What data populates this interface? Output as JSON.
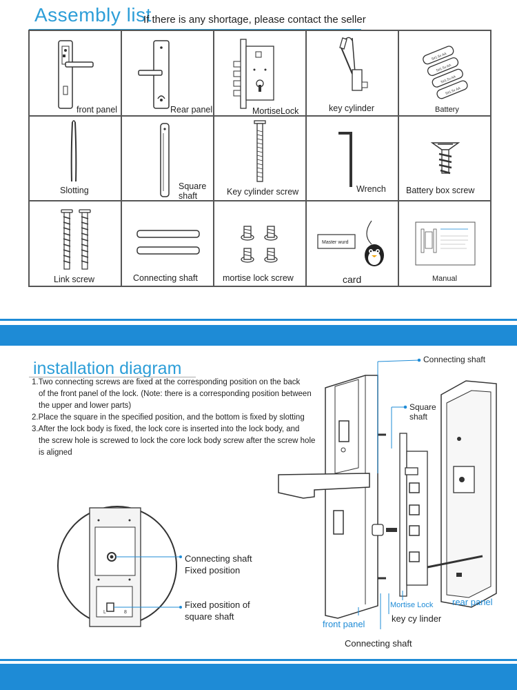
{
  "header": {
    "title": "Assembly list",
    "subtitle": "If there is any shortage, please contact the seller"
  },
  "items": [
    {
      "label": "front panel",
      "icon": "front-panel-icon"
    },
    {
      "label": "Rear panel",
      "icon": "rear-panel-icon"
    },
    {
      "label": "MortiseLock",
      "icon": "mortise-lock-icon"
    },
    {
      "label": "key cylinder",
      "icon": "key-cylinder-icon"
    },
    {
      "label": "Battery",
      "icon": "battery-icon",
      "battery_text": "5#1.5v AA"
    },
    {
      "label": "Slotting",
      "icon": "slotting-icon"
    },
    {
      "label_line1": "Square",
      "label_line2": "shaft",
      "icon": "square-shaft-icon"
    },
    {
      "label": "Key cylinder screw",
      "icon": "key-cylinder-screw-icon"
    },
    {
      "label": "Wrench",
      "icon": "wrench-icon"
    },
    {
      "label": "Battery box screw",
      "icon": "battery-box-screw-icon"
    },
    {
      "label": "Link screw",
      "icon": "link-screw-icon"
    },
    {
      "label": "Connecting shaft",
      "icon": "connecting-shaft-icon"
    },
    {
      "label": "mortise lock screw",
      "icon": "mortise-lock-screw-icon"
    },
    {
      "label": "card",
      "icon": "card-icon",
      "card_text": "Master wurd"
    },
    {
      "label": "Manual",
      "icon": "manual-icon"
    }
  ],
  "installation": {
    "title": "installation diagram",
    "steps": [
      "1.Two connecting screws are fixed at the corresponding position on the back",
      "of the front panel of the lock. (Note: there is a corresponding position between",
      "the upper and lower parts)",
      "2.Place the square in the specified position, and the bottom is fixed by slotting",
      "3.After the lock body is fixed, the lock core is inserted into the lock body, and",
      "the screw hole is screwed to lock the core lock body screw after the screw hole",
      "is aligned"
    ],
    "detail_labels": {
      "connecting_fixed_line1": "Connecting shaft",
      "connecting_fixed_line2": "Fixed position",
      "square_fixed_line1": "Fixed position of",
      "square_fixed_line2": "square shaft"
    },
    "diagram_labels": {
      "connecting_shaft_top": "Connecting shaft",
      "square_shaft_line1": "Square",
      "square_shaft_line2": "shaft",
      "mortise_lock": "Mortise Lock",
      "rear_panel": "rear panel",
      "key_cylinder": "key cy linder",
      "front_panel": "front panel",
      "connecting_shaft_bottom": "Connecting shaft"
    }
  },
  "colors": {
    "accent": "#2d9ed8",
    "band": "#1e8bd6"
  }
}
